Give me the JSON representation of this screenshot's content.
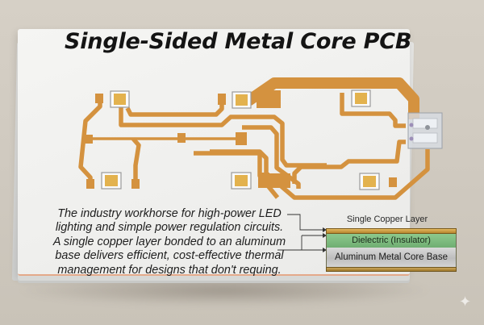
{
  "title": "Single-Sided Metal Core PCB",
  "description": {
    "lines": [
      "The industry workhorse for high-power LED",
      "lighting and simple power regulation circuits.",
      "A single copper layer bonded to an aluminum",
      "base delivers efficient, cost-effective thermal",
      "management for designs that don't requing."
    ]
  },
  "layer_stack": {
    "top_label": "Single Copper Layer",
    "layers": [
      {
        "name": "copper",
        "label": "",
        "color": "#c9963f"
      },
      {
        "name": "dielectric",
        "label": "Dielectric (Insulator)",
        "color": "#7fbd80"
      },
      {
        "name": "aluminum",
        "label": "Aluminum Metal Core Base",
        "color": "#c8c8c8"
      },
      {
        "name": "bottom",
        "label": "",
        "color": "#b08a3a"
      }
    ]
  },
  "colors": {
    "copper_trace": "#d4923f",
    "led_pad": "#e3b24e",
    "board": "#f1f1ef",
    "background": "#d2ccc2",
    "board_edge": "#e4a98a"
  },
  "components": {
    "led_count": 6,
    "connector": "terminal-connector"
  },
  "watermark": "sparkle-icon"
}
